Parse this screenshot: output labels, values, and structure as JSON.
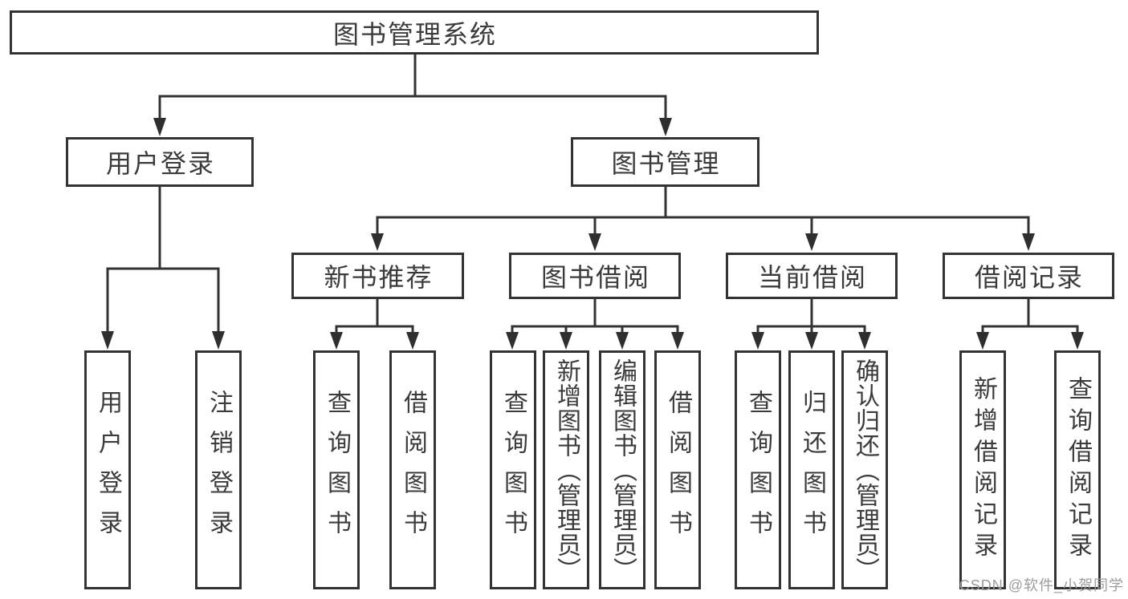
{
  "diagram": {
    "type": "tree",
    "tree": {
      "label": "图书管理系统",
      "children": [
        {
          "label": "用户登录",
          "children": [
            {
              "label": "用户登录"
            },
            {
              "label": "注销登录"
            }
          ]
        },
        {
          "label": "图书管理",
          "children": [
            {
              "label": "新书推荐",
              "children": [
                {
                  "label": "查询图书"
                },
                {
                  "label": "借阅图书"
                }
              ]
            },
            {
              "label": "图书借阅",
              "children": [
                {
                  "label": "查询图书"
                },
                {
                  "label": "新增图书（管理员）"
                },
                {
                  "label": "编辑图书（管理员）"
                },
                {
                  "label": "借阅图书"
                }
              ]
            },
            {
              "label": "当前借阅",
              "children": [
                {
                  "label": "查询图书"
                },
                {
                  "label": "归还图书"
                },
                {
                  "label": "确认归还（管理员）"
                }
              ]
            },
            {
              "label": "借阅记录",
              "children": [
                {
                  "label": "新增借阅记录"
                },
                {
                  "label": "查询借阅记录"
                }
              ]
            }
          ]
        }
      ]
    },
    "colors": {
      "line": "#333333",
      "box_border": "#333333",
      "box_fill": "#ffffff",
      "text": "#3b3b3b",
      "watermark": "#9c9c9c",
      "background": "#ffffff"
    }
  },
  "watermark": {
    "text": "CSDN @软件_小贺同学"
  }
}
